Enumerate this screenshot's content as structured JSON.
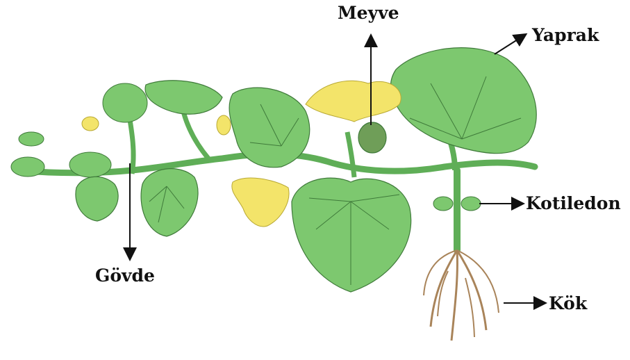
{
  "labels": {
    "fruit": "Meyve",
    "leaf": "Yaprak",
    "cotyledon": "Kotiledon",
    "stem": "Gövde",
    "root": "Kök"
  },
  "colors": {
    "leaf_fill": "#7dc86f",
    "leaf_dark": "#5fae57",
    "vein": "#3f7a3a",
    "flower": "#f3e46a",
    "root": "#a9845a",
    "fruit": "#6f9e58",
    "arrow": "#111111"
  }
}
